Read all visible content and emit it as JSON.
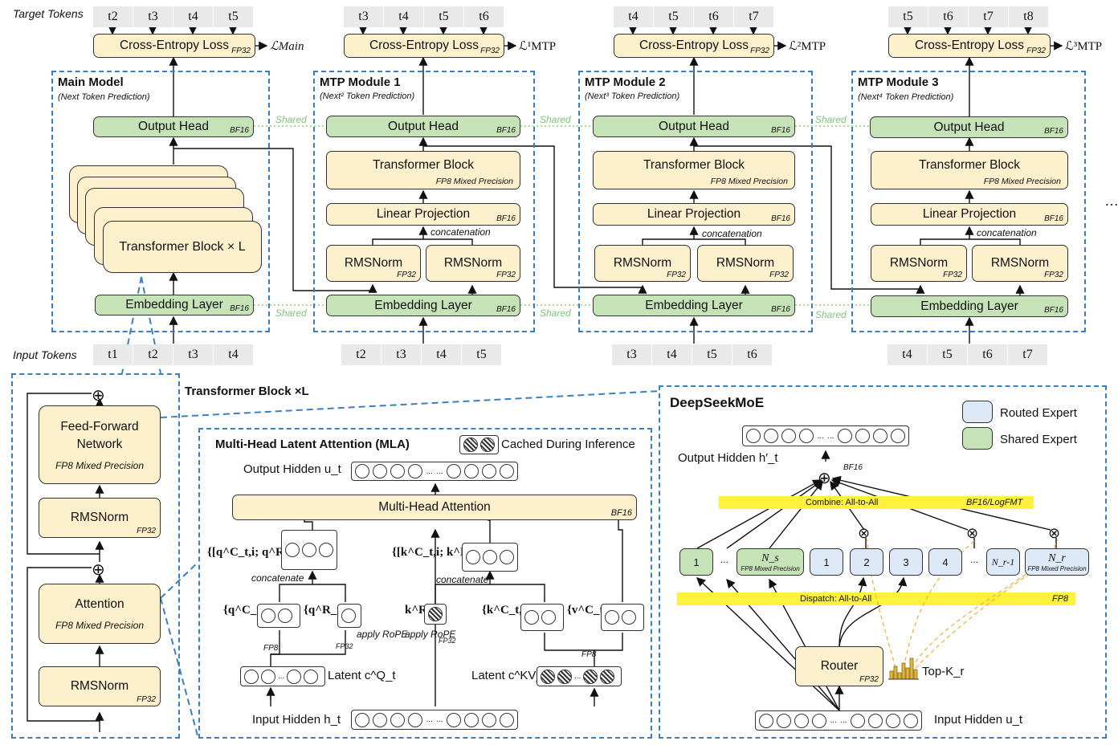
{
  "top": {
    "target_tokens_label": "Target Tokens",
    "input_tokens_label": "Input Tokens",
    "cross_entropy_label": "Cross-Entropy Loss",
    "fp32": "FP32",
    "bf16": "BF16",
    "fp8": "FP8",
    "shared_label": "Shared",
    "output_head_label": "Output Head",
    "embedding_label": "Embedding Layer",
    "transformer_block_label": "Transformer Block",
    "fp8_mixed": "FP8 Mixed Precision",
    "linear_projection_label": "Linear Projection",
    "rmsnorm_label": "RMSNorm",
    "concatenation_label": "concatenation",
    "ellipsis": "...",
    "main_model": {
      "title": "Main Model",
      "subtitle": "(Next Token Prediction)",
      "stack_label": "Transformer Block × L",
      "loss_label": "ℒMain",
      "targets": [
        "t2",
        "t3",
        "t4",
        "t5"
      ],
      "inputs": [
        "t1",
        "t2",
        "t3",
        "t4"
      ]
    },
    "mtp_modules": [
      {
        "title": "MTP Module 1",
        "subtitle": "(Next² Token Prediction)",
        "loss_label": "ℒ¹MTP",
        "targets": [
          "t3",
          "t4",
          "t5",
          "t6"
        ],
        "inputs": [
          "t2",
          "t3",
          "t4",
          "t5"
        ]
      },
      {
        "title": "MTP Module 2",
        "subtitle": "(Next³ Token Prediction)",
        "loss_label": "ℒ²MTP",
        "targets": [
          "t4",
          "t5",
          "t6",
          "t7"
        ],
        "inputs": [
          "t3",
          "t4",
          "t5",
          "t6"
        ]
      },
      {
        "title": "MTP Module 3",
        "subtitle": "(Next⁴ Token Prediction)",
        "loss_label": "ℒ³MTP",
        "targets": [
          "t5",
          "t6",
          "t7",
          "t8"
        ],
        "inputs": [
          "t4",
          "t5",
          "t6",
          "t7"
        ]
      }
    ]
  },
  "transformer_detail": {
    "title": "Transformer Block ×L",
    "ffn_label": "Feed-Forward Network",
    "ffn_prec": "FP8 Mixed Precision",
    "attention_label": "Attention",
    "attention_prec": "FP8 Mixed Precision",
    "rmsnorm_label": "RMSNorm",
    "rmsnorm_prec": "FP32"
  },
  "mla": {
    "title": "Multi-Head Latent Attention (MLA)",
    "cached_label": "Cached During Inference",
    "output_hidden": "Output Hidden u_t",
    "mha_label": "Multi-Head Attention",
    "mha_prec": "BF16",
    "q_concat": "{[q^C_t,i; q^R_t,i]}",
    "k_concat": "{[k^C_t,i; k^R_t]}",
    "concatenate": "concatenate",
    "qc": "{q^C_t,i}",
    "qr": "{q^R_t,i}",
    "kr": "k^R_t",
    "kc": "{k^C_t,i}",
    "vc": "{v^C_t,i}",
    "apply_rope": "apply RoPE",
    "fp8": "FP8",
    "fp32": "FP32",
    "latent_q": "Latent c^Q_t",
    "latent_kv": "Latent c^KV_t",
    "input_hidden": "Input Hidden h_t"
  },
  "moe": {
    "title": "DeepSeekMoE",
    "legend": [
      {
        "label": "Routed Expert",
        "color": "#dde9f6"
      },
      {
        "label": "Shared Expert",
        "color": "#c6e3b8"
      }
    ],
    "output_hidden": "Output Hidden h′_t",
    "bf16": "BF16",
    "combine": "Combine: All-to-All",
    "combine_prec": "BF16/LogFMT",
    "dispatch": "Dispatch: All-to-All",
    "dispatch_prec": "FP8",
    "shared_experts": [
      "1",
      "N_s"
    ],
    "routed_experts": [
      "1",
      "2",
      "3",
      "4",
      "N_r-1",
      "N_r"
    ],
    "expert_prec": "FP8 Mixed Precision",
    "router": "Router",
    "router_prec": "FP32",
    "topk": "Top-K_r",
    "input_hidden": "Input Hidden u_t",
    "ellipsis": "...",
    "cont": "…"
  }
}
